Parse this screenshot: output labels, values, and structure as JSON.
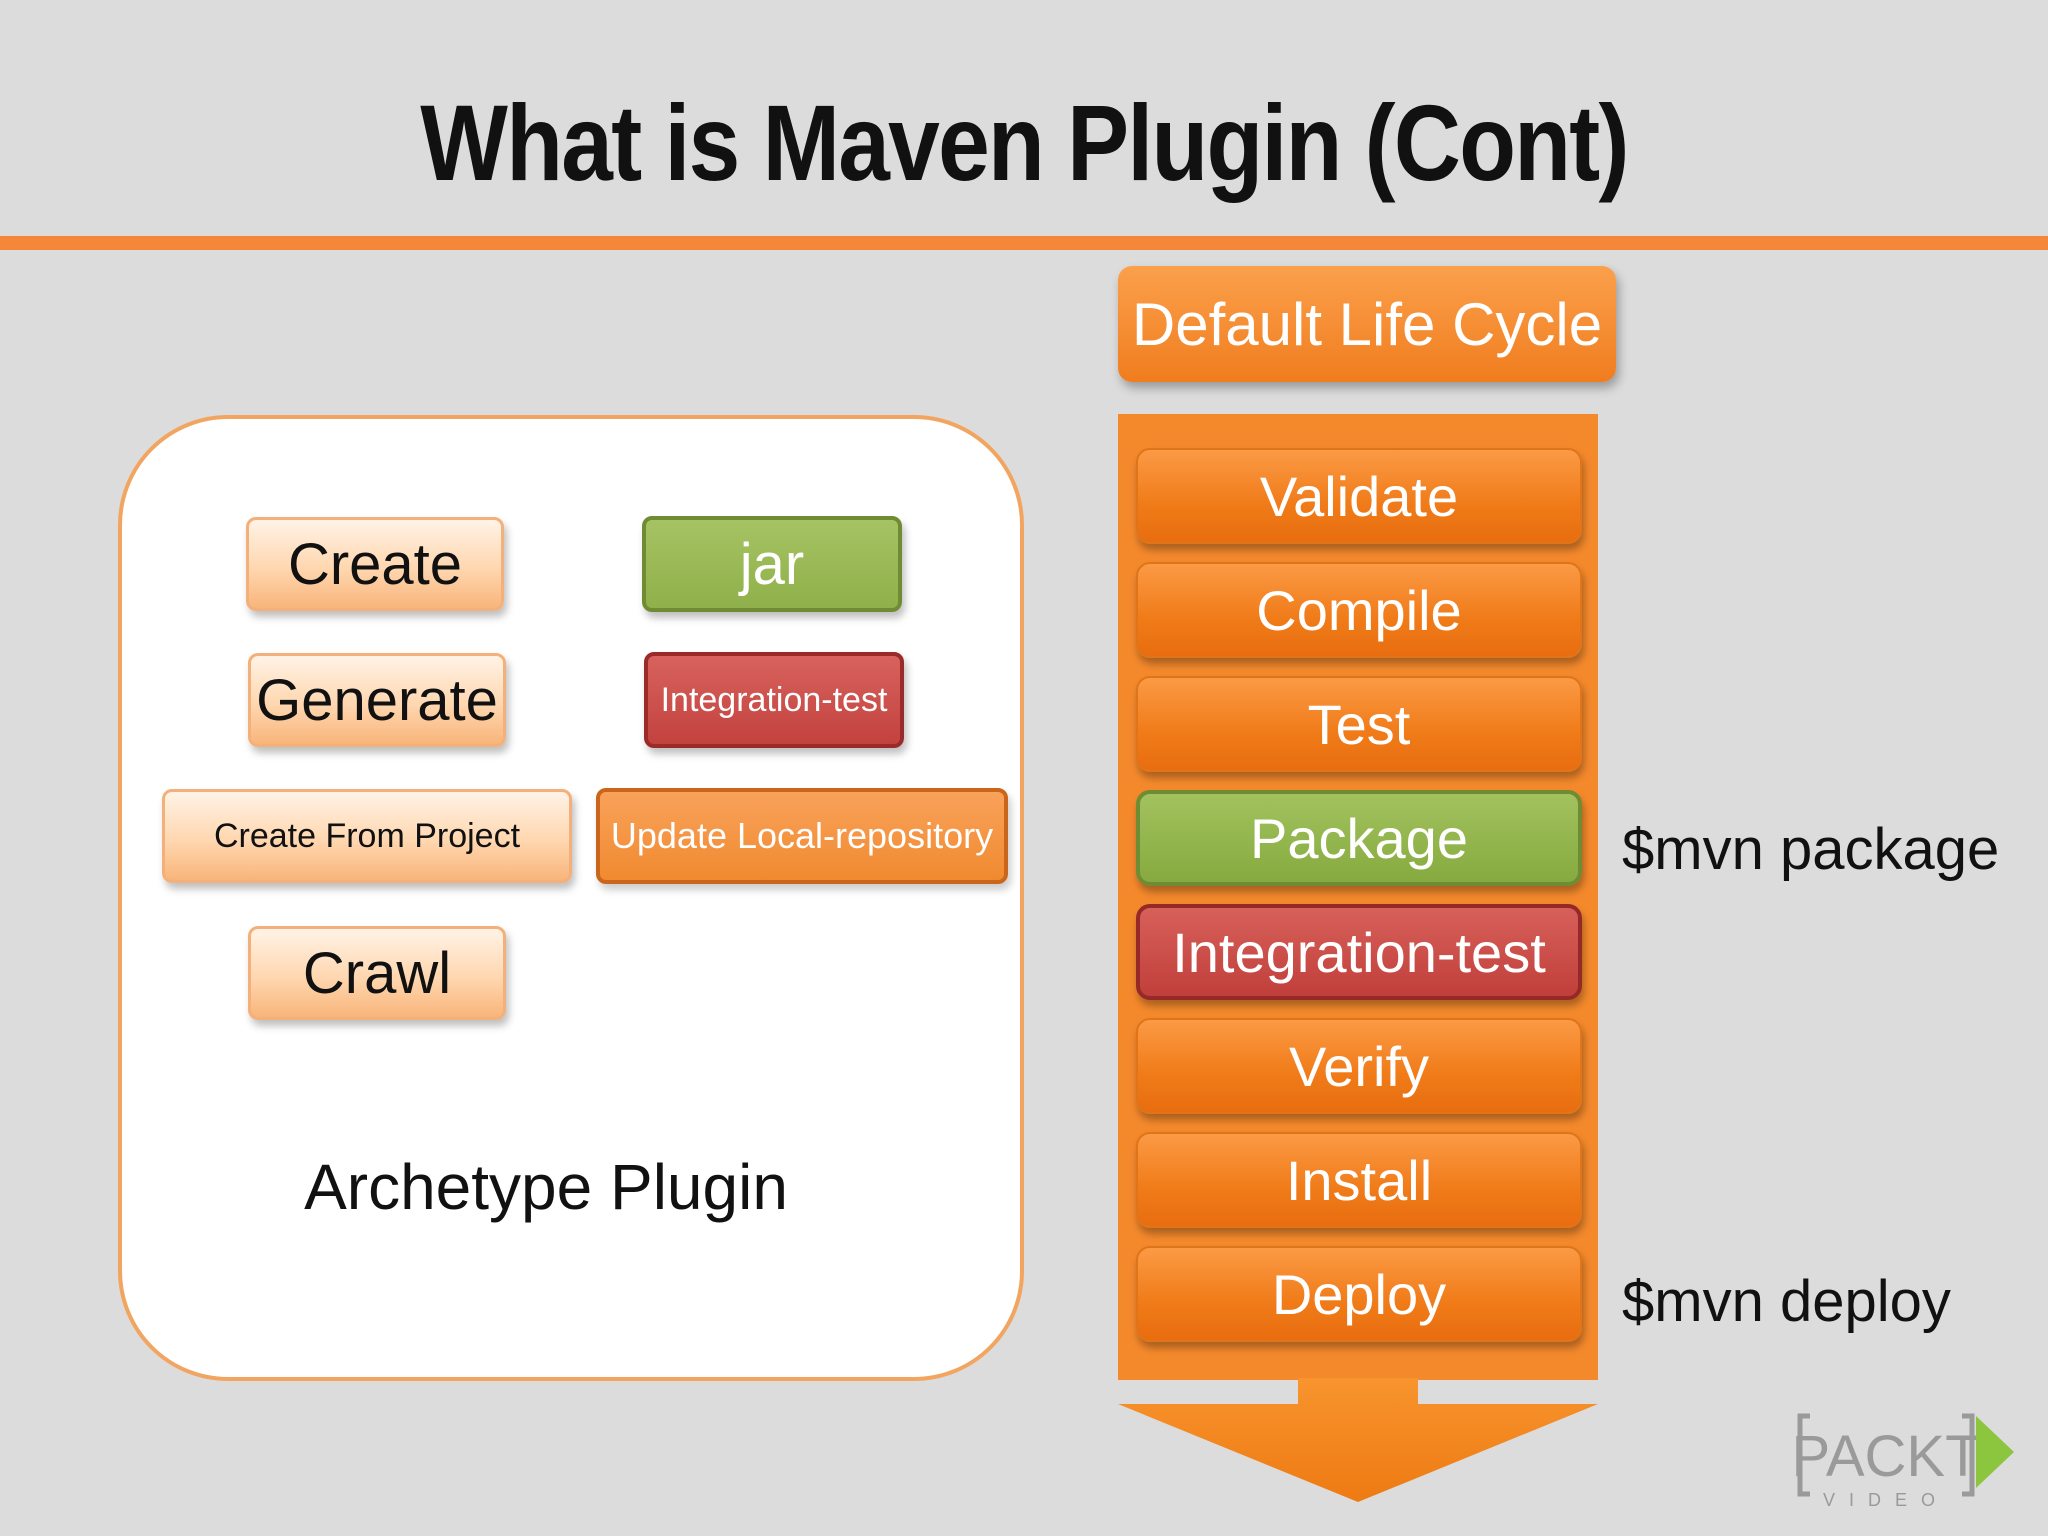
{
  "title": "What is Maven Plugin (Cont)",
  "archetype": {
    "label": "Archetype Plugin",
    "goals": [
      "Create",
      "Generate",
      "Create From Project",
      "Crawl"
    ],
    "highlights": [
      "jar",
      "Integration-test",
      "Update Local-repository"
    ]
  },
  "lifecycle": {
    "header": "Default Life Cycle",
    "phases": [
      "Validate",
      "Compile",
      "Test",
      "Package",
      "Integration-test",
      "Verify",
      "Install",
      "Deploy"
    ]
  },
  "commands": {
    "package": "$mvn package",
    "deploy": "$mvn deploy"
  },
  "logo": {
    "text": "PACKT",
    "subtext": "VIDEO"
  },
  "colors": {
    "accent_orange": "#f4873a",
    "green": "#8fb04a",
    "red": "#c2423e"
  }
}
